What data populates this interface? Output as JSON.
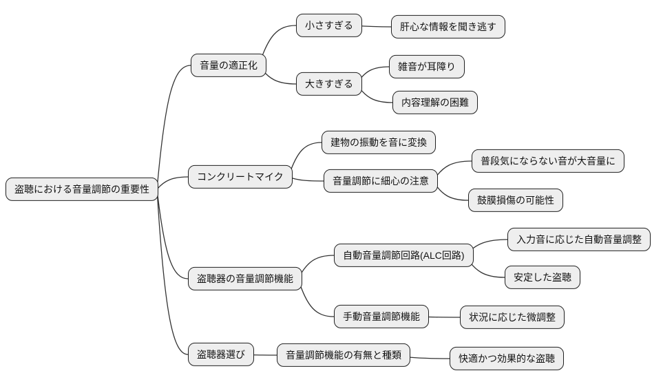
{
  "mindmap": {
    "root": {
      "label": "盗聴における音量調節の重要性",
      "children": [
        {
          "label": "音量の適正化",
          "children": [
            {
              "label": "小さすぎる",
              "children": [
                {
                  "label": "肝心な情報を聞き逃す",
                  "children": []
                }
              ]
            },
            {
              "label": "大きすぎる",
              "children": [
                {
                  "label": "雑音が耳障り",
                  "children": []
                },
                {
                  "label": "内容理解の困難",
                  "children": []
                }
              ]
            }
          ]
        },
        {
          "label": "コンクリートマイク",
          "children": [
            {
              "label": "建物の振動を音に変換",
              "children": []
            },
            {
              "label": "音量調節に細心の注意",
              "children": [
                {
                  "label": "普段気にならない音が大音量に",
                  "children": []
                },
                {
                  "label": "鼓膜損傷の可能性",
                  "children": []
                }
              ]
            }
          ]
        },
        {
          "label": "盗聴器の音量調節機能",
          "children": [
            {
              "label": "自動音量調節回路(ALC回路)",
              "children": [
                {
                  "label": "入力音に応じた自動音量調整",
                  "children": []
                },
                {
                  "label": "安定した盗聴",
                  "children": []
                }
              ]
            },
            {
              "label": "手動音量調節機能",
              "children": [
                {
                  "label": "状況に応じた微調整",
                  "children": []
                }
              ]
            }
          ]
        },
        {
          "label": "盗聴器選び",
          "children": [
            {
              "label": "音量調節機能の有無と種類",
              "children": [
                {
                  "label": "快適かつ効果的な盗聴",
                  "children": []
                }
              ]
            }
          ]
        }
      ]
    }
  },
  "colors": {
    "background": "#ffffff",
    "node_fill": "#eeeeee",
    "node_border": "#1f1f1f",
    "edge": "#333333",
    "text": "#111111"
  }
}
